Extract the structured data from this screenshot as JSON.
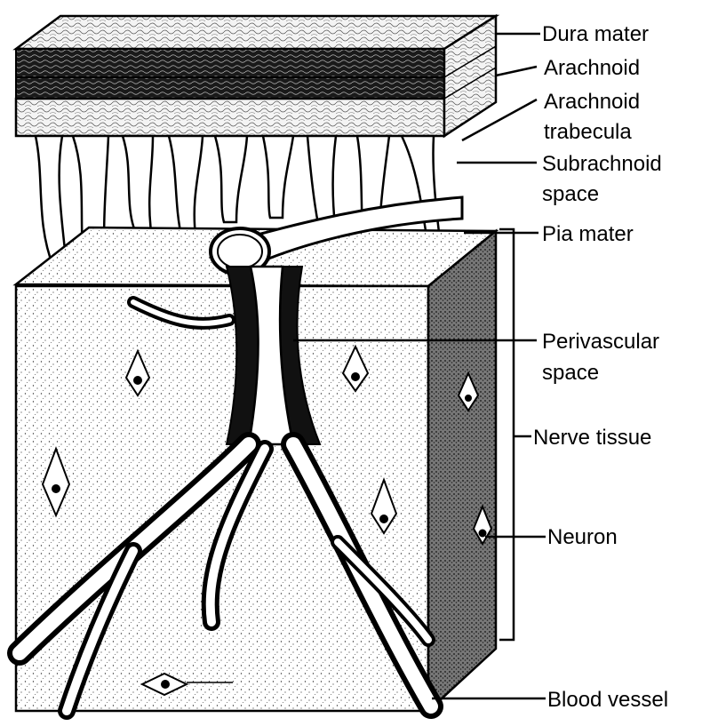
{
  "diagram": {
    "labels": {
      "dura_mater": "Dura mater",
      "arachnoid": "Arachnoid",
      "arachnoid_trabecula_line1": "Arachnoid",
      "arachnoid_trabecula_line2": "trabecula",
      "subarachnoid_space_line1": "Subrachnoid",
      "subarachnoid_space_line2": "space",
      "pia_mater": "Pia mater",
      "perivascular_space_line1": "Perivascular",
      "perivascular_space_line2": "space",
      "nerve_tissue": "Nerve tissue",
      "neuron": "Neuron",
      "blood_vessel": "Blood vessel"
    }
  }
}
